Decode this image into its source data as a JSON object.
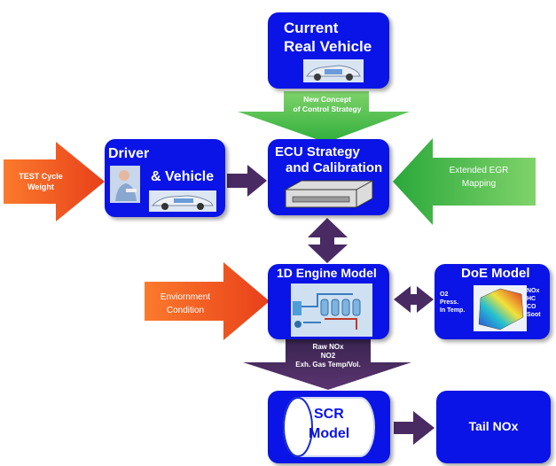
{
  "boxes": {
    "current_real_vehicle": {
      "line1": "Current",
      "line2": "Real Vehicle"
    },
    "driver_vehicle": {
      "line1": "Driver",
      "line2": "& Vehicle"
    },
    "ecu": {
      "line1": "ECU  Strategy",
      "line2": "and Calibration"
    },
    "engine_model": {
      "title": "1D Engine Model"
    },
    "doe_model": {
      "title": "DoE Model",
      "in1": "O2",
      "in2": "Press.",
      "in3": "In  Temp.",
      "out1": "NOx",
      "out2": "HC",
      "out3": "CO",
      "out4": "Soot"
    },
    "scr_model": {
      "line1": "SCR",
      "line2": "Model"
    },
    "tail_nox": {
      "title": "Tail NOx"
    }
  },
  "arrows": {
    "new_concept": {
      "line1": "New Concept",
      "line2": "of Control Strategy"
    },
    "test_cycle": {
      "line1": "TEST Cycle",
      "line2": "Weight"
    },
    "extended_egr": {
      "line1": "Extended EGR",
      "line2": "Mapping"
    },
    "environment": {
      "line1": "Enviornment",
      "line2": "Condition"
    },
    "raw_nox": {
      "line1": "Raw NOx",
      "line2": "NO2",
      "line3": "Exh. Gas Temp/Vol."
    }
  },
  "colors": {
    "box_blue": "#0a14e6",
    "arrow_green": "#3cb83c",
    "arrow_orange": "#f25a1e",
    "connector_purple": "#4a2a63"
  }
}
